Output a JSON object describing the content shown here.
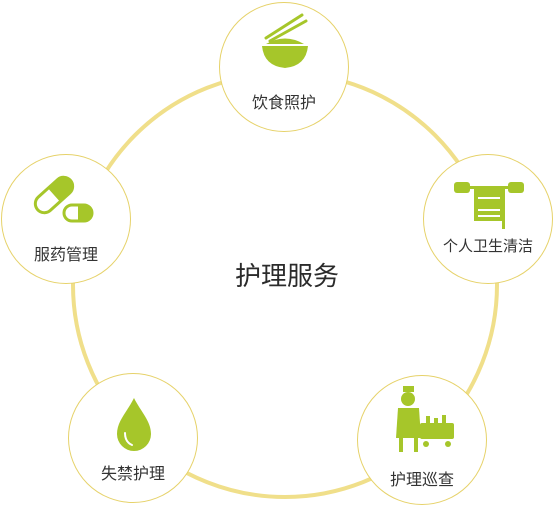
{
  "center": {
    "title": "护理服务"
  },
  "colors": {
    "ring": "#f0df8a",
    "node_border": "#e6d26a",
    "icon": "#a6c62a"
  },
  "nodes": [
    {
      "id": "diet",
      "label": "饮食照护",
      "icon": "bowl-chopsticks-icon"
    },
    {
      "id": "hygiene",
      "label": "个人卫生清洁",
      "icon": "towel-rack-icon"
    },
    {
      "id": "patrol",
      "label": "护理巡查",
      "icon": "nurse-cart-icon"
    },
    {
      "id": "incontinence",
      "label": "失禁护理",
      "icon": "droplet-icon"
    },
    {
      "id": "medication",
      "label": "服药管理",
      "icon": "capsule-icon"
    }
  ]
}
